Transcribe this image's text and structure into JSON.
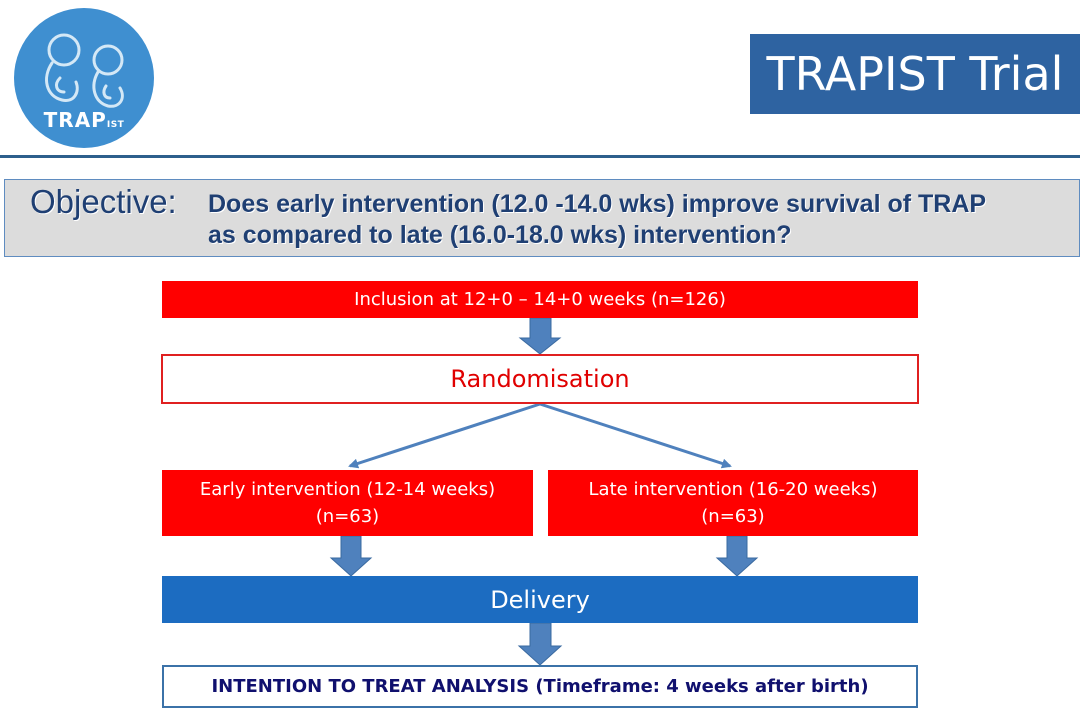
{
  "logo": {
    "text": "TRAP",
    "sub": "IST",
    "colors": {
      "circle": "#3f8fd0",
      "figure": "#d4e8f6"
    }
  },
  "title": "TRAPIST Trial",
  "objective": {
    "label": "Objective:",
    "line1": "Does early intervention (12.0 -14.0 wks) improve survival of TRAP",
    "line2": "as compared to late (16.0-18.0 wks) intervention?"
  },
  "flow": {
    "inclusion": "Inclusion at 12+0 – 14+0 weeks (n=126)",
    "randomisation": "Randomisation",
    "early": {
      "line1": "Early intervention (12-14 weeks)",
      "line2": "(n=63)"
    },
    "late": {
      "line1": "Late intervention (16-20 weeks)",
      "line2": "(n=63)"
    },
    "delivery": "Delivery",
    "analysis": "INTENTION TO TREAT ANALYSIS (Timeframe: 4 weeks after  birth)"
  },
  "colors": {
    "title_bg": "#2e63a1",
    "red_box": "#ff0000",
    "blue_box": "#1c6cc1",
    "arrow": "#4f81bd",
    "objective_text": "#1f3f73"
  }
}
